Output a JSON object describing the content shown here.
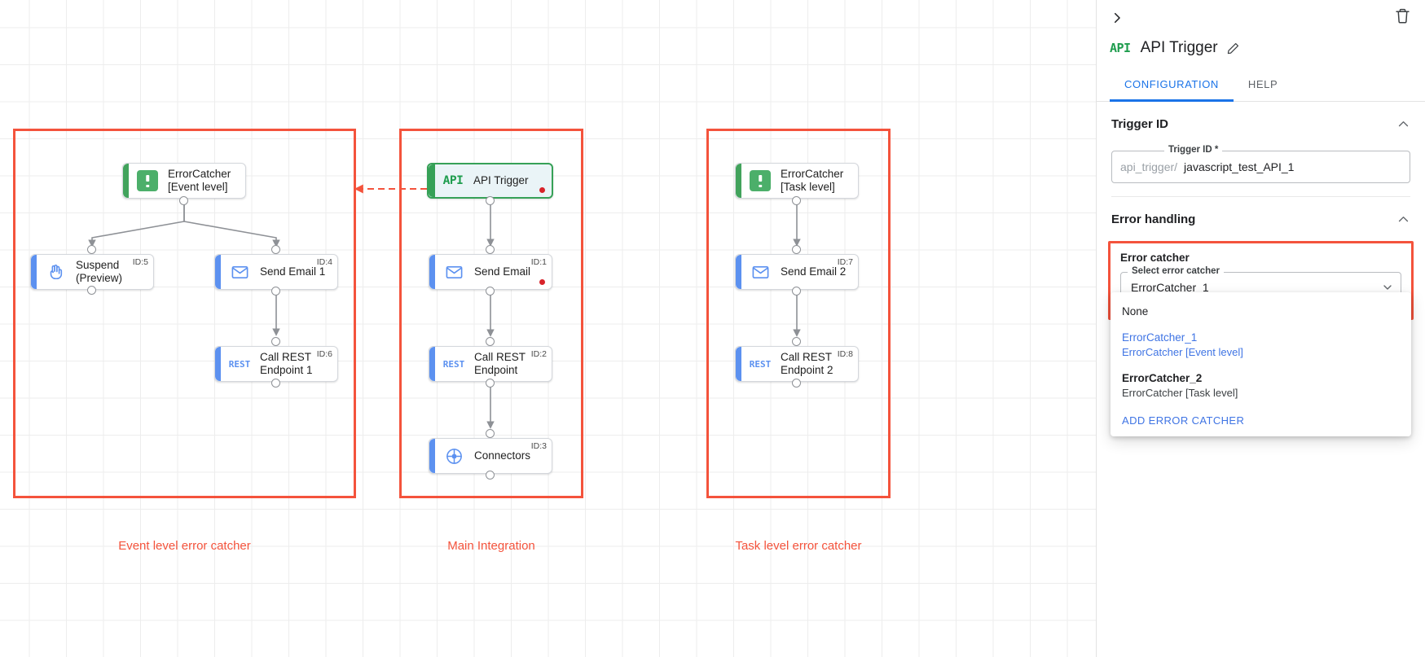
{
  "panel": {
    "collapse_icon": "chevron-right-icon",
    "delete_icon": "trash-icon",
    "badge": "API",
    "title": "API Trigger",
    "edit_icon": "pencil-icon",
    "tabs": [
      {
        "label": "CONFIGURATION",
        "active": true
      },
      {
        "label": "HELP",
        "active": false
      }
    ],
    "sections": {
      "trigger_id": {
        "heading": "Trigger ID",
        "field_legend": "Trigger ID *",
        "prefix": "api_trigger/",
        "value": "javascript_test_API_1"
      },
      "error_handling": {
        "heading": "Error handling",
        "box_title": "Error catcher",
        "select_legend": "Select error catcher",
        "selected": "ErrorCatcher_1",
        "options": [
          {
            "title": "None",
            "sub": "",
            "selected": false,
            "bold": false
          },
          {
            "title": "ErrorCatcher_1",
            "sub": "ErrorCatcher [Event level]",
            "selected": true,
            "bold": false
          },
          {
            "title": "ErrorCatcher_2",
            "sub": "ErrorCatcher [Task level]",
            "selected": false,
            "bold": true
          }
        ],
        "action": "ADD ERROR CATCHER"
      }
    }
  },
  "canvas": {
    "groups": [
      {
        "caption": "Event level error catcher"
      },
      {
        "caption": "Main Integration"
      },
      {
        "caption": "Task level error catcher"
      }
    ],
    "nodes": {
      "error_catcher_event": {
        "label": "ErrorCatcher\n[Event level]",
        "id": "",
        "icon": "error-catcher-icon"
      },
      "suspend": {
        "label": "Suspend\n(Preview)",
        "id": "ID:5",
        "icon": "hand-icon"
      },
      "send_email_1": {
        "label": "Send Email 1",
        "id": "ID:4",
        "icon": "envelope-icon"
      },
      "call_rest_1": {
        "label": "Call REST\nEndpoint 1",
        "id": "ID:6",
        "icon": "rest-icon"
      },
      "api_trigger": {
        "label": "API Trigger",
        "id": "",
        "icon": "api-icon"
      },
      "send_email": {
        "label": "Send Email",
        "id": "ID:1",
        "icon": "envelope-icon"
      },
      "call_rest": {
        "label": "Call REST\nEndpoint",
        "id": "ID:2",
        "icon": "rest-icon"
      },
      "connectors": {
        "label": "Connectors",
        "id": "ID:3",
        "icon": "connectors-icon"
      },
      "error_catcher_task": {
        "label": "ErrorCatcher\n[Task level]",
        "id": "",
        "icon": "error-catcher-icon"
      },
      "send_email_2": {
        "label": "Send Email 2",
        "id": "ID:7",
        "icon": "envelope-icon"
      },
      "call_rest_2": {
        "label": "Call REST\nEndpoint 2",
        "id": "ID:8",
        "icon": "rest-icon"
      }
    },
    "rest_icon_text": "REST"
  },
  "colors": {
    "accent_blue": "#5c91f0",
    "accent_green": "#42a35c",
    "group_red": "#f4533c",
    "tab_active": "#1a73e8",
    "link_blue": "#3f74e4",
    "error_dot": "#d8232a"
  }
}
